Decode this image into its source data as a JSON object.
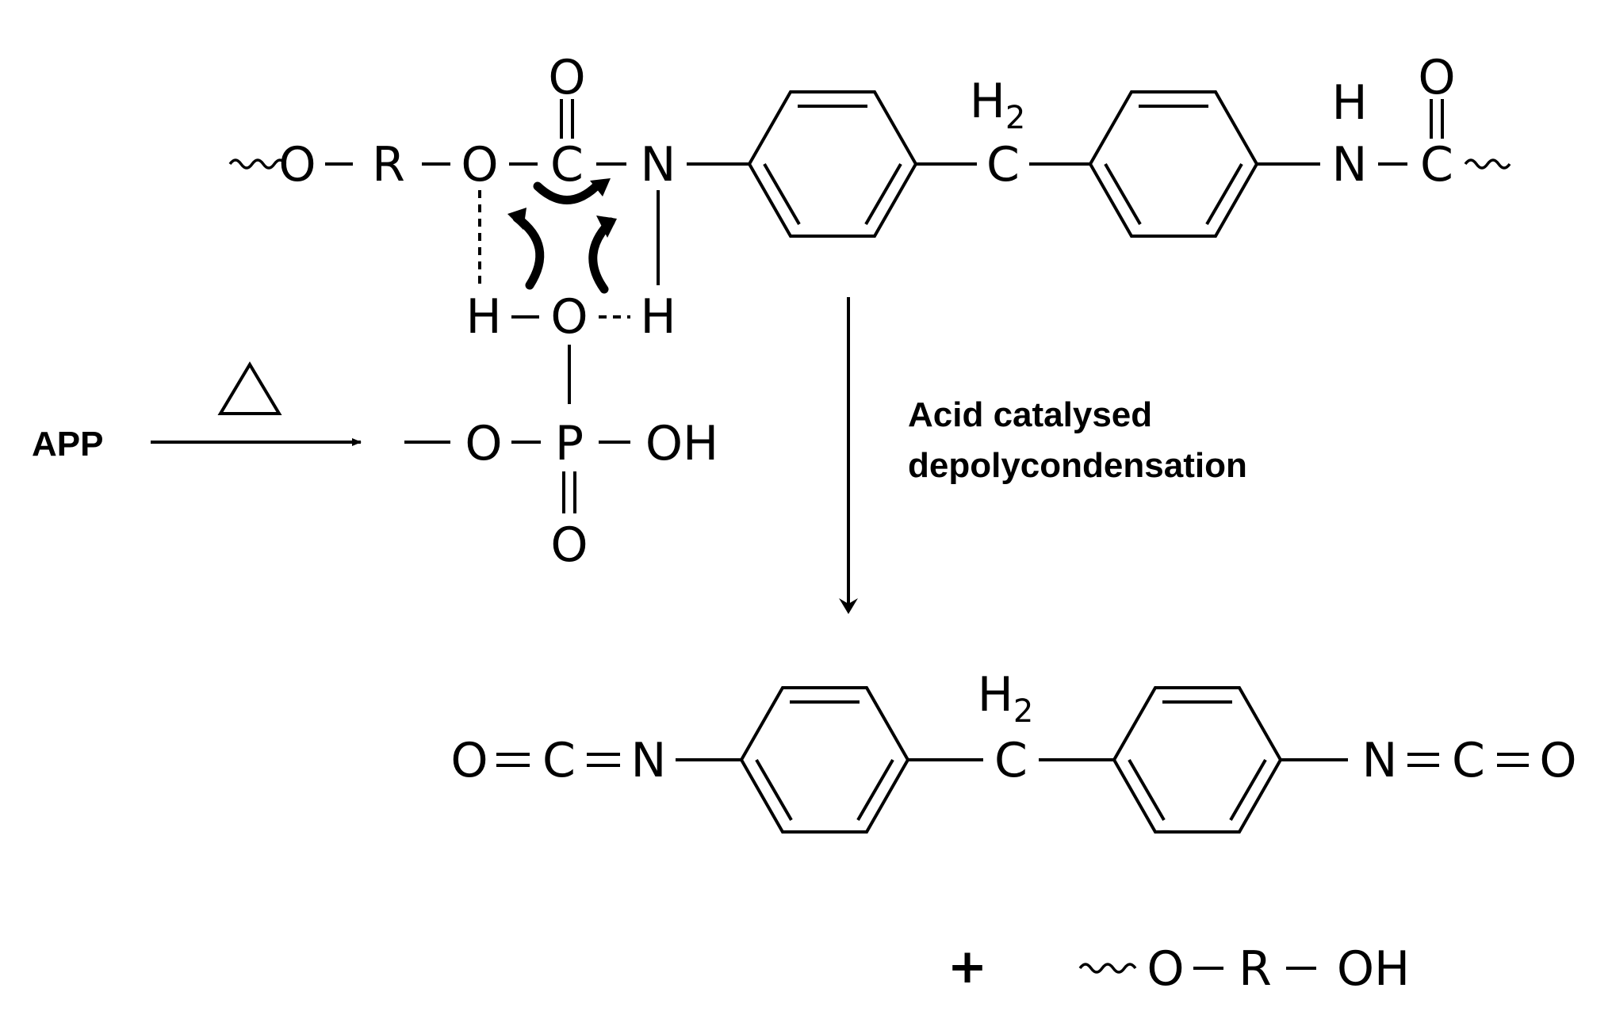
{
  "reagent": "APP",
  "heat_symbol": "triangle-heat-icon",
  "reaction_label": [
    "Acid catalysed",
    "depolycondensation"
  ],
  "plus": "+",
  "atoms": {
    "O": "O",
    "R": "R",
    "C": "C",
    "N": "N",
    "H": "H",
    "P": "P",
    "OH": "OH",
    "H2_base": "H",
    "H2_sub": "2"
  }
}
